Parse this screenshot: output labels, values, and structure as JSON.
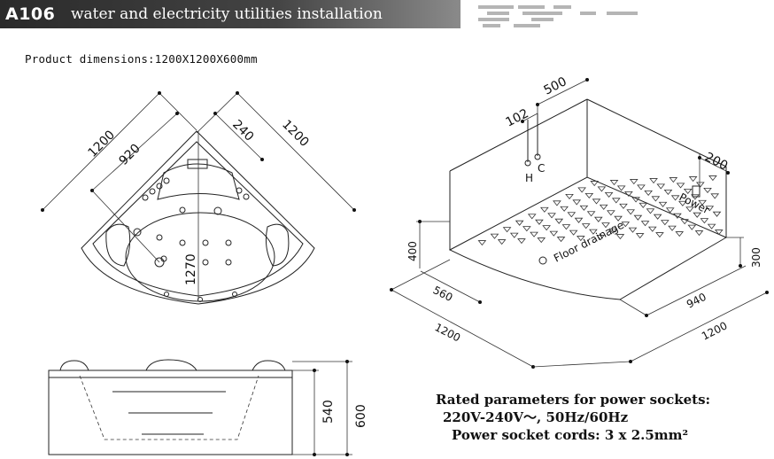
{
  "header": {
    "model": "A106",
    "title": "water and electricity utilities installation"
  },
  "product_dimensions": "Product dimensions:1200X1200X600mm",
  "top_view": {
    "labels": [
      "1200",
      "920",
      "240",
      "1200",
      "1270"
    ]
  },
  "iso_view": {
    "dims": [
      "500",
      "102",
      "200",
      "400",
      "300",
      "560",
      "940",
      "1200",
      "1200"
    ],
    "hot_label": "H",
    "cold_label": "C",
    "power_label": "Power",
    "drain_label": "Floor drainage"
  },
  "side_view": {
    "dims": [
      "540",
      "600"
    ]
  },
  "power_params": {
    "heading": "Rated parameters for power sockets:",
    "voltage": "220V-240V～,  50Hz/60Hz",
    "cords": "Power socket cords: 3 x 2.5mm²"
  }
}
